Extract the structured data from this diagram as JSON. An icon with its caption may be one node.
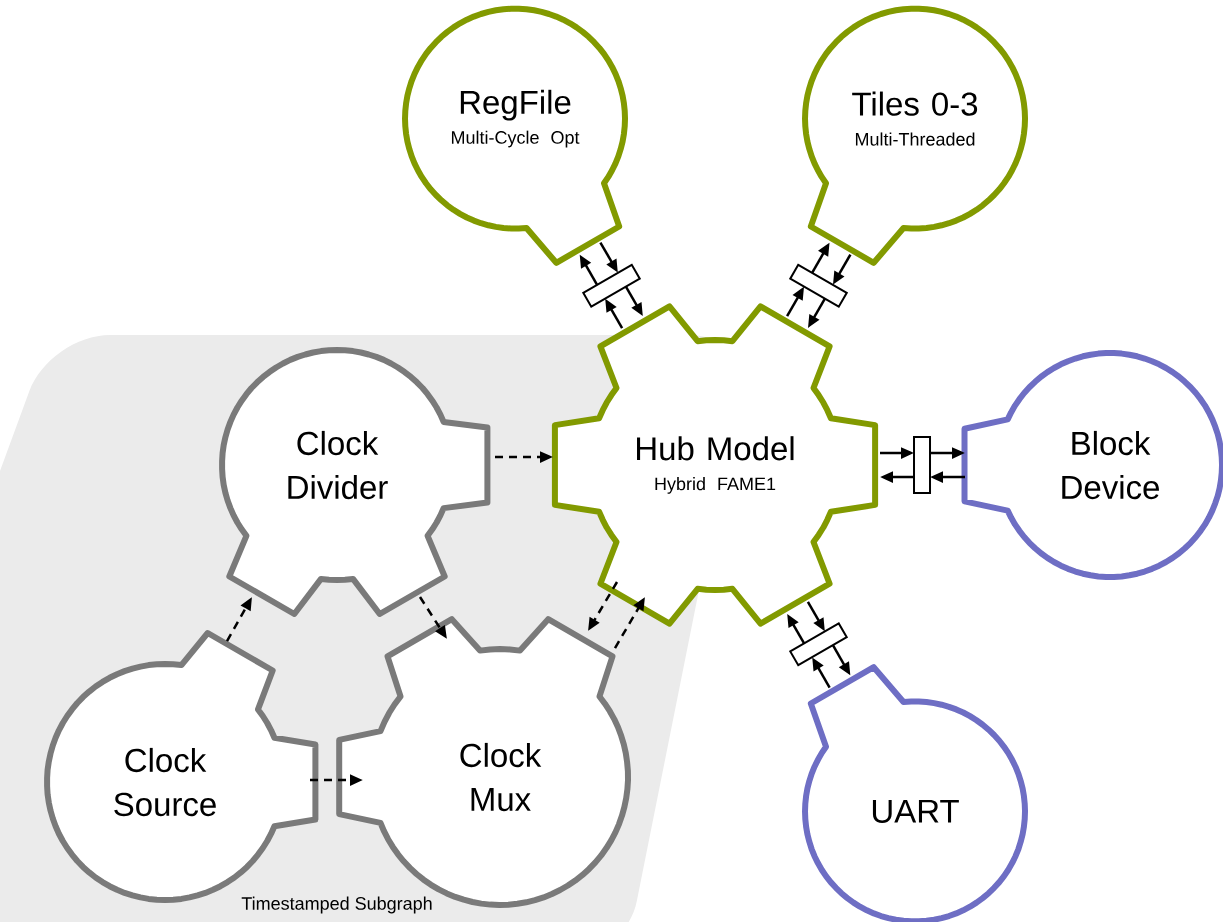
{
  "diagram": {
    "nodes": [
      {
        "text": [
          "RegFile",
          "Multi-Cycle Opt"
        ]
      },
      {
        "text": [
          "Tiles 0-3",
          "Multi-Threaded"
        ]
      },
      {
        "text": [
          "Timestamped Subgraph"
        ]
      },
      {
        "text": [
          "Clock Divider"
        ],
        "in": 2
      },
      {
        "text": [
          "Hub Model",
          "Hybrid FAME1"
        ]
      },
      {
        "text": [
          "Block Device"
        ]
      },
      {
        "text": [
          "Clock Source"
        ],
        "in": 2
      },
      {
        "text": [
          "Clock Mux"
        ],
        "in": 2
      },
      {
        "text": [
          "UART"
        ]
      },
      {
        "text": [],
        "shape": "box"
      },
      {
        "text": [],
        "shape": "box"
      },
      {
        "text": [],
        "shape": "box"
      },
      {
        "text": [],
        "shape": "box"
      }
    ],
    "edges": [
      {
        "from": 4,
        "to": 9,
        "arrow": "to"
      },
      {
        "from": 9,
        "to": 0,
        "arrow": "to"
      },
      {
        "from": 0,
        "to": 9,
        "arrow": "to"
      },
      {
        "from": 9,
        "to": 4,
        "arrow": "to"
      },
      {
        "from": 4,
        "to": 10,
        "arrow": "to"
      },
      {
        "from": 10,
        "to": 1,
        "arrow": "to"
      },
      {
        "from": 1,
        "to": 10,
        "arrow": "to"
      },
      {
        "from": 10,
        "to": 4,
        "arrow": "to"
      },
      {
        "from": 4,
        "to": 11,
        "arrow": "to"
      },
      {
        "from": 11,
        "to": 5,
        "arrow": "to"
      },
      {
        "from": 5,
        "to": 11,
        "arrow": "to"
      },
      {
        "from": 11,
        "to": 4,
        "arrow": "to"
      },
      {
        "from": 4,
        "to": 12,
        "arrow": "to"
      },
      {
        "from": 12,
        "to": 8,
        "arrow": "to"
      },
      {
        "from": 8,
        "to": 12,
        "arrow": "to"
      },
      {
        "from": 12,
        "to": 4,
        "arrow": "to"
      },
      {
        "from": 3,
        "to": 4,
        "arrow": "to",
        "style": "dashed"
      },
      {
        "from": 6,
        "to": 3,
        "arrow": "to",
        "style": "dashed"
      },
      {
        "from": 3,
        "to": 7,
        "arrow": "to",
        "style": "dashed"
      },
      {
        "from": 4,
        "to": 7,
        "arrow": "to",
        "style": "dashed"
      },
      {
        "from": 7,
        "to": 4,
        "arrow": "to",
        "style": "dashed"
      },
      {
        "from": 6,
        "to": 7,
        "arrow": "to",
        "style": "dashed"
      }
    ]
  }
}
